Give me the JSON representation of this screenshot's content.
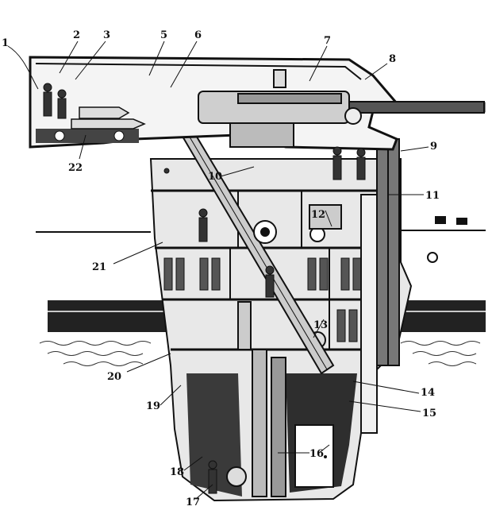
{
  "figure": {
    "callouts": [
      {
        "id": "1",
        "text": "1"
      },
      {
        "id": "2",
        "text": "2"
      },
      {
        "id": "3",
        "text": "3"
      },
      {
        "id": "4",
        "text": "5"
      },
      {
        "id": "5",
        "text": "6"
      },
      {
        "id": "6",
        "text": "7"
      },
      {
        "id": "7",
        "text": "8"
      },
      {
        "id": "8",
        "text": "9"
      },
      {
        "id": "9",
        "text": "10"
      },
      {
        "id": "10",
        "text": "11"
      },
      {
        "id": "11",
        "text": "12"
      },
      {
        "id": "12",
        "text": "13"
      },
      {
        "id": "13",
        "text": "14"
      },
      {
        "id": "14",
        "text": "15"
      },
      {
        "id": "15",
        "text": "16"
      },
      {
        "id": "16",
        "text": "17"
      },
      {
        "id": "17",
        "text": "18"
      },
      {
        "id": "18",
        "text": "19"
      },
      {
        "id": "19",
        "text": "20"
      },
      {
        "id": "20",
        "text": "21"
      },
      {
        "id": "21",
        "text": "22"
      }
    ]
  },
  "colors": {
    "ink": "#111111",
    "paper": "#ffffff",
    "water": "#2a2a2a"
  }
}
